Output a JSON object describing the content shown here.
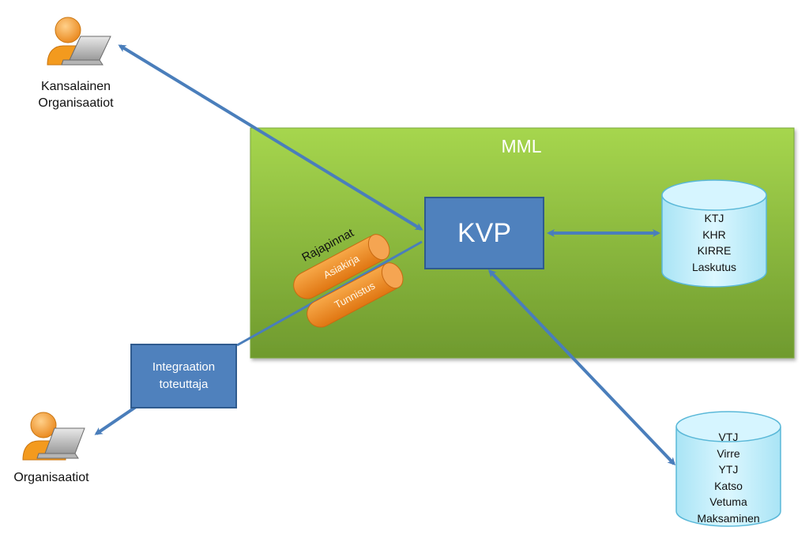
{
  "actors": {
    "top": {
      "lines": [
        "Kansalainen",
        "Organisaatiot"
      ],
      "icon": "user-laptop-icon"
    },
    "bottom": {
      "lines": [
        "Organisaatiot"
      ],
      "icon": "user-laptop-icon"
    }
  },
  "mml": {
    "title": "MML"
  },
  "kvp": {
    "label": "KVP"
  },
  "integration": {
    "lines": [
      "Integraation",
      "toteuttaja"
    ]
  },
  "interfaces": {
    "group_label": "Rajapinnat",
    "items": [
      "Asiakirja",
      "Tunnistus"
    ]
  },
  "db_internal": {
    "items": [
      "KTJ",
      "KHR",
      "KIRRE",
      "Laskutus"
    ]
  },
  "db_external": {
    "items": [
      "VTJ",
      "Virre",
      "YTJ",
      "Katso",
      "Vetuma",
      "Maksaminen"
    ]
  },
  "colors": {
    "mml_green": "#8dc63f",
    "box_blue": "#4f81bd",
    "arrow_blue": "#4a7ebb",
    "interface_orange": "#f08a24",
    "db_cyan": "#bfeefa",
    "actor_orange": "#f39a1e"
  }
}
